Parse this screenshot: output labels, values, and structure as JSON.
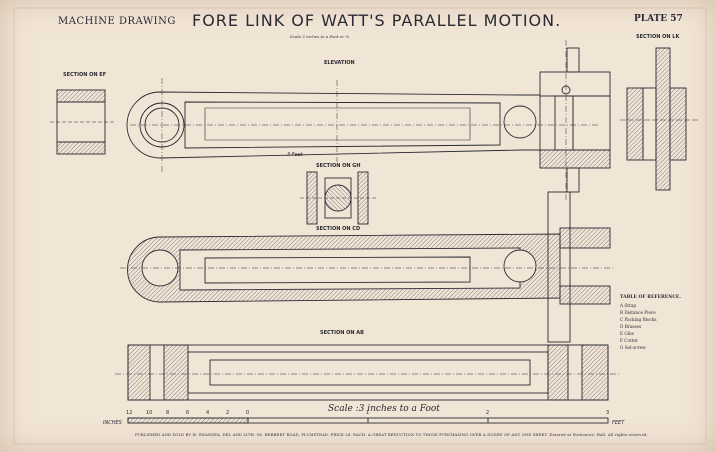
{
  "header": {
    "left": "MACHINE DRAWING",
    "title": "FORE LINK OF WATT'S PARALLEL MOTION.",
    "plate": "PLATE 57",
    "scale_note": "Scale 3 inches to a Foot or ¼"
  },
  "views": {
    "section_ef": "SECTION ON EF",
    "elevation": "ELEVATION",
    "section_lk": "SECTION ON LK",
    "section_gh": "SECTION ON GH",
    "section_cd": "SECTION ON CD",
    "section_ab": "SECTION ON AB"
  },
  "dim_label": "3 Feet",
  "reference": {
    "title": "TABLE OF REFERENCE.",
    "items": [
      "A  Strap",
      "B  Distance Piece",
      "C  Packing Blocks",
      "D  Brasses",
      "E  Gibs",
      "F  Cotter",
      "G  Set-screw"
    ]
  },
  "scale_bar": {
    "caption": "Scale :3 inches to a Foot",
    "left_label": "INCHES",
    "right_label": "FEET",
    "ticks_left": [
      "12",
      "10",
      "8",
      "6",
      "4",
      "2",
      "0"
    ],
    "ticks_right": [
      "1",
      "2",
      "3"
    ]
  },
  "footer": "PUBLISHED AND SOLD BY W. SWANSEA, DEL AND LITH. 58, HERBERT ROAD, PLUMSTEAD. PRICE 2d. EACH. A GREAT REDUCTION TO THOSE PURCHASING OVER A DOZEN OF ANY ONE SHEET.  Entered at Stationers' Hall.  All rights reserved.",
  "colors": {
    "paper": "#f1e5d6",
    "ink": "#2b2a33",
    "hatch": "#6a5f68"
  }
}
